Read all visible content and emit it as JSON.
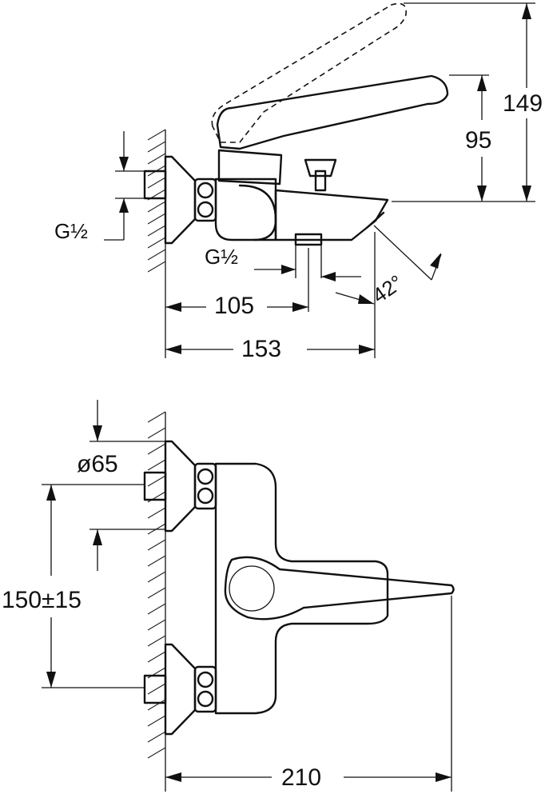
{
  "dimensions": {
    "side_height_total": "149",
    "side_height_spout": "95",
    "side_depth_outlet": "105",
    "side_depth_total": "153",
    "spout_angle": "42°",
    "inlet_thread": "G½",
    "outlet_thread": "G½",
    "flange_diameter": "ø65",
    "inlet_spacing": "150±15",
    "front_width": "210"
  }
}
